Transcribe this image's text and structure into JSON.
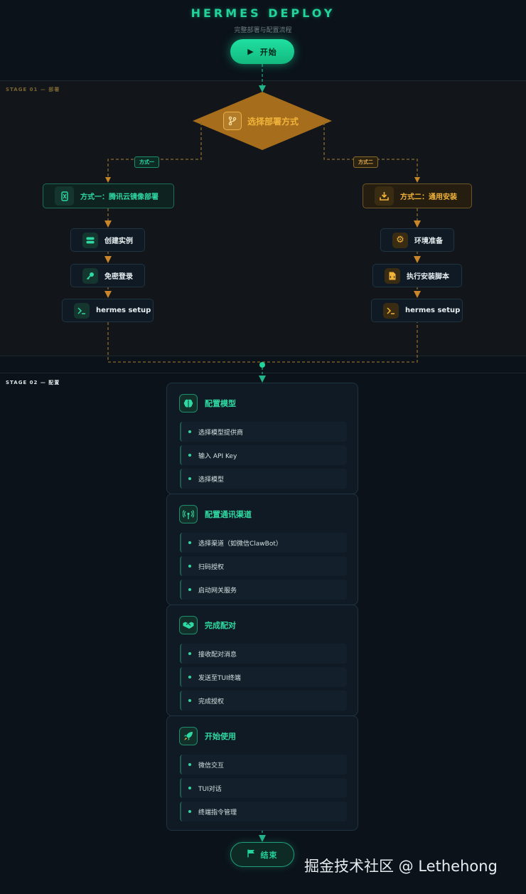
{
  "header": {
    "title": "HERMES DEPLOY",
    "subtitle": "完整部署与配置流程"
  },
  "start_button": {
    "label": "开始"
  },
  "end_button": {
    "label": "结束"
  },
  "stage1": {
    "label": "STAGE 01 — 部署",
    "decision": {
      "label": "选择部署方式"
    },
    "branch_tags": {
      "left": "方式一",
      "right": "方式二"
    },
    "method1": {
      "label": "方式一：腾讯云镜像部署",
      "steps": [
        "创建实例",
        "免密登录",
        "hermes setup"
      ]
    },
    "method2": {
      "label": "方式二：通用安装",
      "steps": [
        "环境准备",
        "执行安装脚本",
        "hermes setup"
      ]
    }
  },
  "stage2": {
    "label": "STAGE 02 — 配置",
    "cards": [
      {
        "title": "配置模型",
        "icon": "brain-icon",
        "items": [
          "选择模型提供商",
          "输入 API Key",
          "选择模型"
        ]
      },
      {
        "title": "配置通讯渠道",
        "icon": "broadcast-icon",
        "items": [
          "选择渠道（如微信ClawBot）",
          "扫码授权",
          "启动网关服务"
        ]
      },
      {
        "title": "完成配对",
        "icon": "handshake-icon",
        "items": [
          "接收配对消息",
          "发送至TUI终端",
          "完成授权"
        ]
      },
      {
        "title": "开始使用",
        "icon": "rocket-icon",
        "items": [
          "微信交互",
          "TUI对话",
          "终端指令管理"
        ]
      }
    ]
  },
  "watermark": "掘金技术社区 @ Lethehong",
  "colors": {
    "green": "#22d39a",
    "orange": "#f2b43a",
    "background": "#0b121a"
  }
}
